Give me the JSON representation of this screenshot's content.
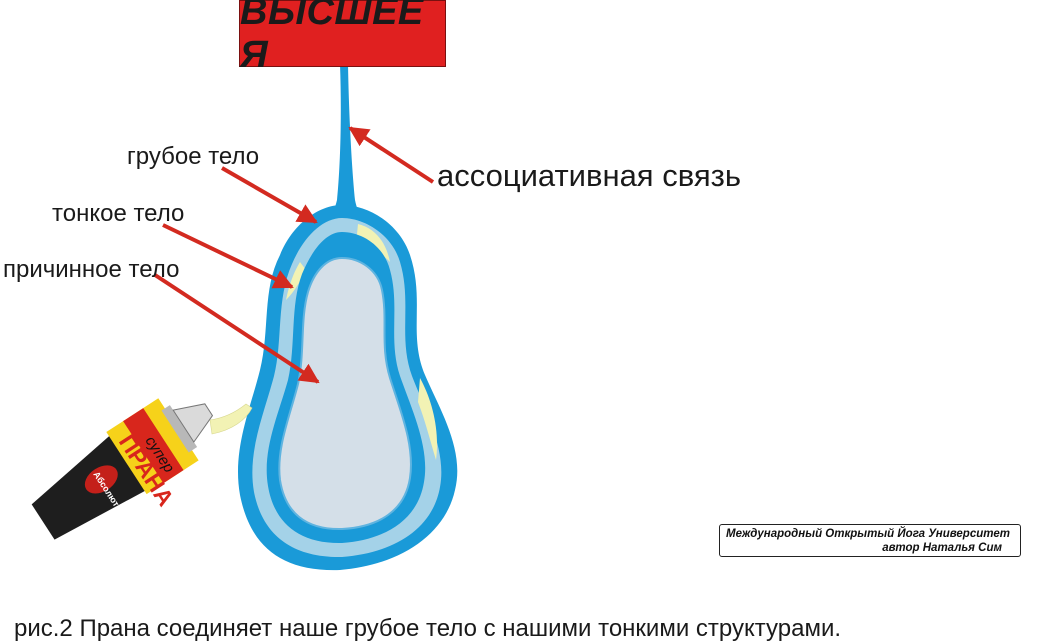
{
  "title": "ВЫСШЕЕ Я",
  "labels": {
    "gross_body": "грубое тело",
    "subtle_body": "тонкое тело",
    "causal_body": "причинное тело",
    "associative_link": "ассоциативная связь"
  },
  "tube": {
    "line1": "супер",
    "line2": "ПРАНА",
    "line3": "Абсолют"
  },
  "credit": {
    "line1": "Международный Открытый Йога Университет",
    "line2": "автор Наталья Сим"
  },
  "caption": "рис.2 Прана соединяет наше грубое тело с нашими тонкими структурами.",
  "colors": {
    "title_box": "#e02020",
    "outer_body": "#1a9ad8",
    "light_body": "#a4d2e8",
    "inner_body": "#d4dfe8",
    "prana_yellow": "#f2f2b4",
    "arrow": "#d32a20"
  }
}
